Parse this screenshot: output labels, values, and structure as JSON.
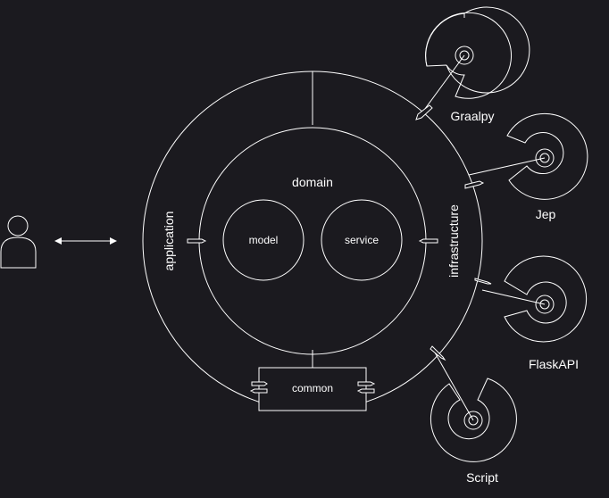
{
  "diagram": {
    "layers": {
      "application": "application",
      "infrastructure": "infrastructure",
      "domain": "domain"
    },
    "domain_parts": {
      "model": "model",
      "service": "service"
    },
    "common": "common",
    "adapters": {
      "graalpy": "Graalpy",
      "jep": "Jep",
      "flaskapi": "FlaskAPI",
      "script": "Script"
    }
  },
  "colors": {
    "background": "#1b1a1f",
    "stroke": "#ffffff"
  }
}
